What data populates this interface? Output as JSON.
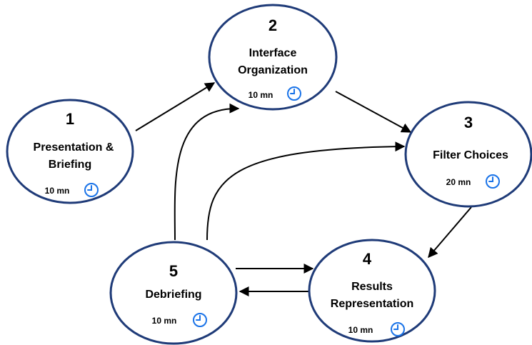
{
  "colors": {
    "node_border": "#1f3b78",
    "clock": "#1a73e8",
    "arrow": "#000000"
  },
  "nodes": [
    {
      "number": "1",
      "title_lines": [
        "Presentation &",
        "Briefing"
      ],
      "duration": "10 mn",
      "icon": "clock-icon"
    },
    {
      "number": "2",
      "title_lines": [
        "Interface",
        "Organization"
      ],
      "duration": "10 mn",
      "icon": "clock-icon"
    },
    {
      "number": "3",
      "title_lines": [
        "Filter Choices"
      ],
      "duration": "20 mn",
      "icon": "clock-icon"
    },
    {
      "number": "4",
      "title_lines": [
        "Results",
        "Representation"
      ],
      "duration": "10 mn",
      "icon": "clock-icon"
    },
    {
      "number": "5",
      "title_lines": [
        "Debriefing"
      ],
      "duration": "10 mn",
      "icon": "clock-icon"
    }
  ],
  "edges": [
    {
      "from": "1",
      "to": "2"
    },
    {
      "from": "2",
      "to": "3"
    },
    {
      "from": "3",
      "to": "4"
    },
    {
      "from": "5",
      "to": "4"
    },
    {
      "from": "4",
      "to": "5"
    },
    {
      "from": "5",
      "to": "2"
    },
    {
      "from": "5",
      "to": "3"
    }
  ]
}
